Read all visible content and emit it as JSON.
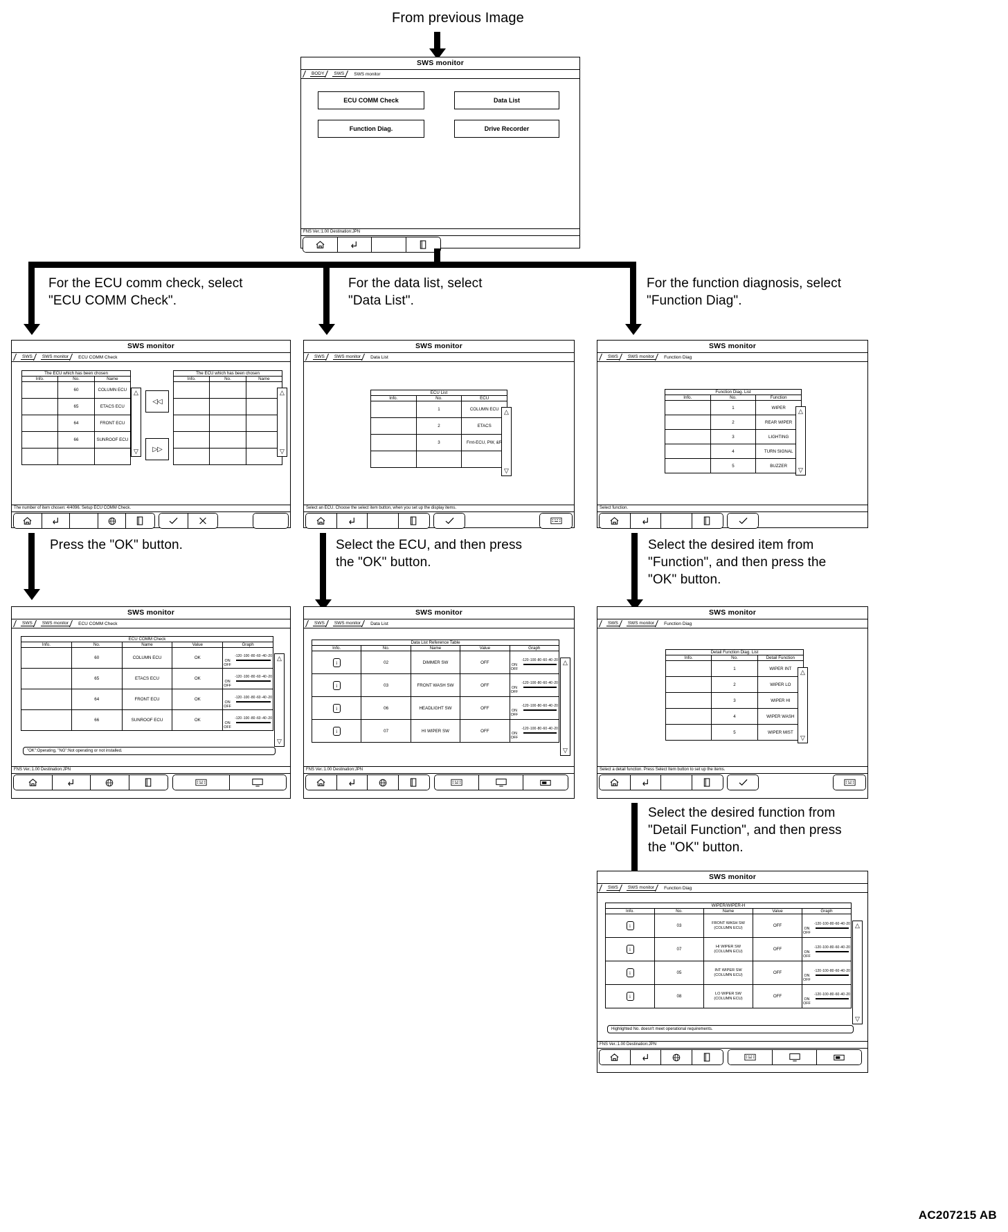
{
  "diagram": {
    "top_label": "From previous Image",
    "part_code": "AC207215 AB"
  },
  "captions": {
    "branch_ecu": "For the ECU comm check, select\n\"ECU COMM Check\".",
    "branch_data": "For the data list, select\n\"Data List\".",
    "branch_func": "For the function diagnosis, select\n\"Function Diag\".",
    "step_ok": "Press the \"OK\" button.",
    "step_select_ecu": "Select the ECU, and then press\nthe \"OK\" button.",
    "step_select_function": "Select the desired item from\n\"Function\", and then press the\n\"OK\" button.",
    "step_select_detail": "Select the desired function from\n\"Detail Function\", and then press\nthe \"OK\" button."
  },
  "common": {
    "window_title": "SWS monitor",
    "status_version": "FNS Ver.:1.00 Destination:JPN",
    "col_info": "Info.",
    "col_no": "No.",
    "col_name": "Name",
    "col_value": "Value",
    "col_graph": "Graph",
    "axis_ticks": [
      "-120",
      "-100",
      "-80",
      "-60",
      "-40",
      "-20"
    ],
    "on_label": "ON",
    "off_label": "OFF",
    "icons": {
      "home": "home-icon",
      "back": "back-arrow-icon",
      "globe": "globe-icon",
      "page": "page-icon",
      "check": "check-icon",
      "cancel": "cancel-x-icon",
      "keyboard": "keyboard-icon",
      "monitor": "monitor-icon",
      "printer": "printer-icon",
      "record": "record-icon"
    }
  },
  "screen_menu": {
    "breadcrumbs": [
      "BODY",
      "SWS",
      "SWS monitor"
    ],
    "buttons": [
      "ECU COMM Check",
      "Data List",
      "Function Diag.",
      "Drive Recorder"
    ]
  },
  "screen_ecu_select": {
    "breadcrumbs": [
      "SWS",
      "SWS monitor",
      "ECU COMM Check"
    ],
    "left_header": "The ECU which has been chosen",
    "right_header": "The ECU which has been chosen",
    "move_left": "◁◁",
    "move_right": "▷▷",
    "status_msg": "The number of item chosen: 4/4096.  Setup ECU COMM Check.",
    "rows": [
      {
        "info": "",
        "no": "60",
        "name": "COLUMN ECU"
      },
      {
        "info": "",
        "no": "65",
        "name": "ETACS ECU"
      },
      {
        "info": "",
        "no": "64",
        "name": "FRONT ECU"
      },
      {
        "info": "",
        "no": "66",
        "name": "SUNROOF ECU"
      },
      {
        "info": "",
        "no": "",
        "name": ""
      }
    ],
    "right_rows": [
      "",
      "",
      "",
      "",
      ""
    ]
  },
  "screen_data_list": {
    "breadcrumbs": [
      "SWS",
      "SWS monitor",
      "Data List"
    ],
    "table_title": "ECU List",
    "col_ecu": "ECU",
    "status_msg": "Select an ECU. Choose the select item button, when you set up the display items.",
    "rows": [
      {
        "info": "",
        "no": "1",
        "ecu": "COLUMN ECU"
      },
      {
        "info": "",
        "no": "2",
        "ecu": "ETACS"
      },
      {
        "info": "",
        "no": "3",
        "ecu": "Frnt-ECU, PW, &R"
      },
      {
        "info": "",
        "no": "",
        "ecu": ""
      }
    ]
  },
  "screen_function_diag": {
    "breadcrumbs": [
      "SWS",
      "SWS monitor",
      "Function Diag"
    ],
    "table_title": "Function Diag. List",
    "col_function": "Function",
    "status_msg": "Select function.",
    "rows": [
      {
        "info": "",
        "no": "1",
        "function": "WIPER"
      },
      {
        "info": "",
        "no": "2",
        "function": "REAR WIPER"
      },
      {
        "info": "",
        "no": "3",
        "function": "LIGHTING"
      },
      {
        "info": "",
        "no": "4",
        "function": "TURN SIGNAL"
      },
      {
        "info": "",
        "no": "5",
        "function": "BUZZER"
      }
    ]
  },
  "screen_ecu_comm_result": {
    "breadcrumbs": [
      "SWS",
      "SWS monitor",
      "ECU COMM Check"
    ],
    "table_title": "ECU COMM Check",
    "note": "\"OK\":Operating, \"NG\":Not operating or not installed.",
    "status_version": "FNS Ver.:1.00 Destination:JPN",
    "rows": [
      {
        "info": "",
        "no": "60",
        "name": "COLUMN ECU",
        "value": "OK"
      },
      {
        "info": "",
        "no": "65",
        "name": "ETACS ECU",
        "value": "OK"
      },
      {
        "info": "",
        "no": "64",
        "name": "FRONT ECU",
        "value": "OK"
      },
      {
        "info": "",
        "no": "66",
        "name": "SUNROOF ECU",
        "value": "OK"
      }
    ]
  },
  "screen_data_list_result": {
    "breadcrumbs": [
      "SWS",
      "SWS monitor",
      "Data List"
    ],
    "table_title": "Data List Reference Table",
    "status_version": "FNS Ver.:1.00 Destination:JPN",
    "rows": [
      {
        "info": "i",
        "no": "02",
        "name": "DIMMER SW",
        "value": "OFF"
      },
      {
        "info": "i",
        "no": "03",
        "name": "FRONT WASH SW",
        "value": "OFF"
      },
      {
        "info": "i",
        "no": "06",
        "name": "HEADLIGHT SW",
        "value": "OFF"
      },
      {
        "info": "i",
        "no": "07",
        "name": "HI WIPER SW",
        "value": "OFF"
      }
    ]
  },
  "screen_detail_function": {
    "breadcrumbs": [
      "SWS",
      "SWS monitor",
      "Function Diag"
    ],
    "table_title": "Detail Function Diag. List",
    "col_detail": "Detail Function",
    "status_msg": "Select a detail function. Press Select Item button to set up the items.",
    "rows": [
      {
        "info": "",
        "no": "1",
        "detail": "WIPER INT"
      },
      {
        "info": "",
        "no": "2",
        "detail": "WIPER LO"
      },
      {
        "info": "",
        "no": "3",
        "detail": "WIPER HI"
      },
      {
        "info": "",
        "no": "4",
        "detail": "WIPER WASH"
      },
      {
        "info": "",
        "no": "5",
        "detail": "WIPER MIST"
      }
    ]
  },
  "screen_wiper_result": {
    "breadcrumbs": [
      "SWS",
      "SWS monitor",
      "Function Diag"
    ],
    "table_title": "WIPER/WIPER-H",
    "note": "Highlighted No. doesn't meet operational requirements.",
    "status_version": "FNS Ver.:1.00 Destination:JPN",
    "rows": [
      {
        "info": "i",
        "no": "03",
        "name": "FRONT WASH SW\n(COLUMN ECU)",
        "value": "OFF"
      },
      {
        "info": "i",
        "no": "07",
        "name": "HI WIPER SW\n(COLUMN ECU)",
        "value": "OFF"
      },
      {
        "info": "i",
        "no": "05",
        "name": "INT WIPER SW\n(COLUMN ECU)",
        "value": "OFF"
      },
      {
        "info": "i",
        "no": "08",
        "name": "LO WIPER SW\n(COLUMN ECU)",
        "value": "OFF"
      }
    ]
  }
}
